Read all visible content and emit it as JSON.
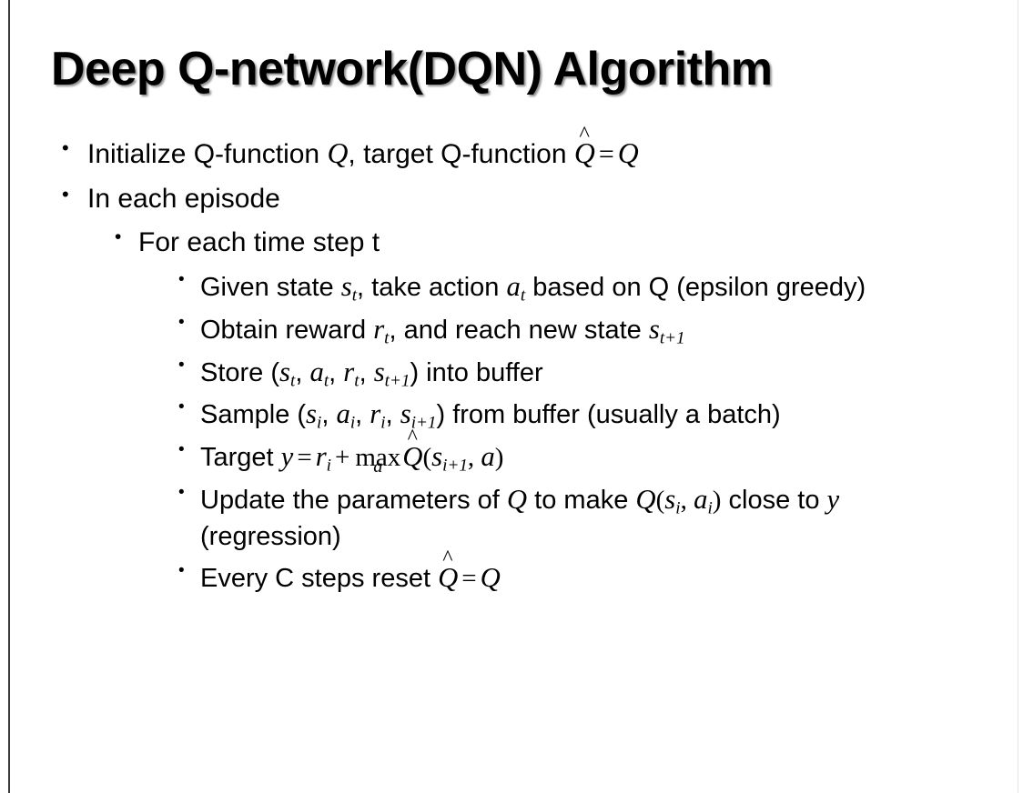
{
  "slide": {
    "title": "Deep Q-network(DQN) Algorithm",
    "background_color": "#ffffff",
    "text_color": "#000000",
    "border_color": "#3a3a3a",
    "bullet_glyph": "•"
  },
  "content": {
    "b1": {
      "level": 1,
      "pre": "Initialize Q-function ",
      "var_q1": "Q",
      "mid": ", target Q-function ",
      "hat": "^",
      "var_qhat": "Q",
      "eq": "=",
      "var_q2": "Q"
    },
    "b2": {
      "level": 1,
      "text": "In each episode"
    },
    "b3": {
      "level": 2,
      "text": "For each time step t"
    },
    "b4": {
      "level": 3,
      "pre": "Given state ",
      "var_s": "s",
      "sub_s": "t",
      "mid": ", take action ",
      "var_a": "a",
      "sub_a": "t",
      "post": " based on Q (epsilon greedy)"
    },
    "b5": {
      "level": 3,
      "pre": "Obtain reward ",
      "var_r": "r",
      "sub_r": "t",
      "mid": ", and reach new state ",
      "var_s": "s",
      "sub_s": "t+1"
    },
    "b6": {
      "level": 3,
      "pre": "Store (",
      "var_s1": "s",
      "sub_s1": "t",
      "sep1": ", ",
      "var_a": "a",
      "sub_a": "t",
      "sep2": ", ",
      "var_r": "r",
      "sub_r": "t",
      "sep3": ", ",
      "var_s2": "s",
      "sub_s2": "t+1",
      "post": ") into buffer"
    },
    "b7": {
      "level": 3,
      "pre": "Sample (",
      "var_s1": "s",
      "sub_s1": "i",
      "sep1": ", ",
      "var_a": "a",
      "sub_a": "i",
      "sep2": ", ",
      "var_r": "r",
      "sub_r": "i",
      "sep3": ", ",
      "var_s2": "s",
      "sub_s2": "i+1",
      "post": ") from buffer (usually a batch)"
    },
    "b8": {
      "level": 3,
      "pre": "Target ",
      "var_y": "y",
      "eq": "=",
      "var_r": "r",
      "sub_r": "i",
      "plus": "+",
      "max_op": "max",
      "max_under": "a",
      "hat": "^",
      "var_qhat": "Q",
      "paren_open": "(",
      "var_s": "s",
      "sub_s": "i+1",
      "comma": ", ",
      "var_a": "a",
      "paren_close": ")"
    },
    "b9": {
      "level": 3,
      "pre": "Update the parameters of ",
      "var_q1": "Q",
      "mid": " to make ",
      "var_q2": "Q",
      "paren_open": "(",
      "var_s": "s",
      "sub_s": "i",
      "comma": ", ",
      "var_a": "a",
      "sub_a": "i",
      "paren_close": ")",
      "post": " close to ",
      "var_y": "y",
      "tail": " (regression)"
    },
    "b10": {
      "level": 3,
      "pre": "Every C steps reset ",
      "hat": "^",
      "var_qhat": "Q",
      "eq": "=",
      "var_q": "Q"
    }
  }
}
